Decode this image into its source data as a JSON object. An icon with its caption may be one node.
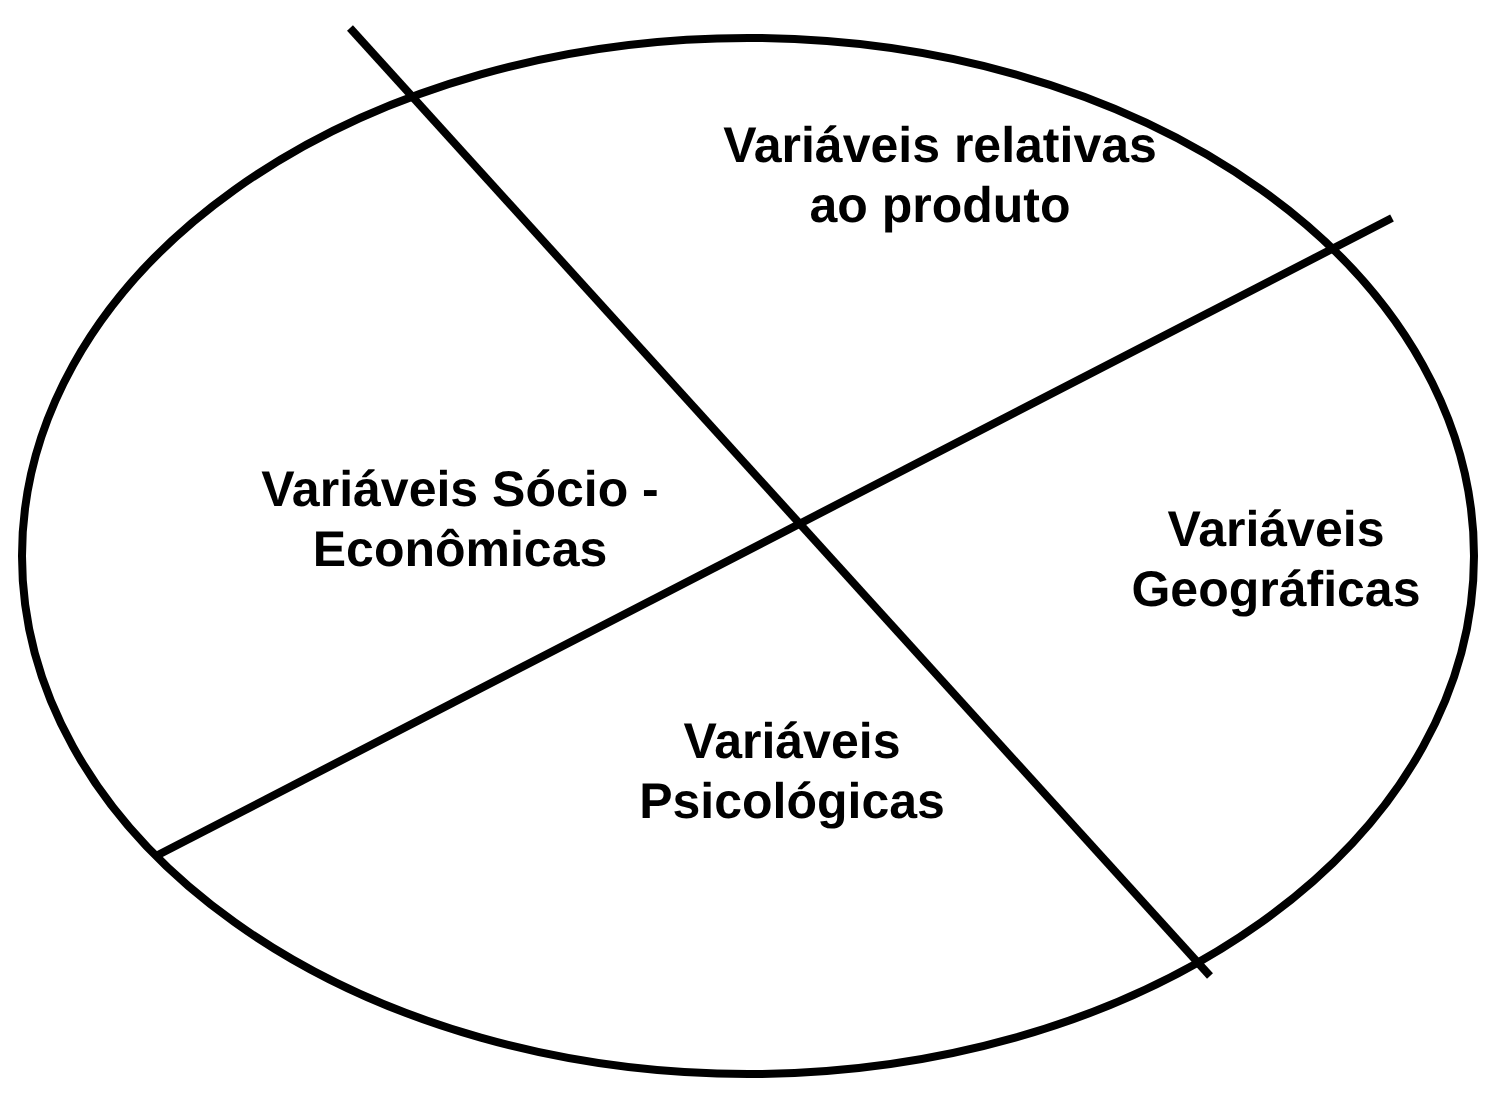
{
  "diagram": {
    "nodes": [
      {
        "text": [],
        "shape": "circle"
      },
      {
        "text": [
          "Variáveis relativas ao produto"
        ],
        "in": 0
      },
      {
        "text": [
          "Variáveis Sócio - Econômicas"
        ],
        "in": 0
      },
      {
        "text": [
          "Variáveis Geográficas"
        ],
        "in": 0
      },
      {
        "text": [
          "Variáveis Psicológicas"
        ],
        "in": 0
      }
    ]
  }
}
